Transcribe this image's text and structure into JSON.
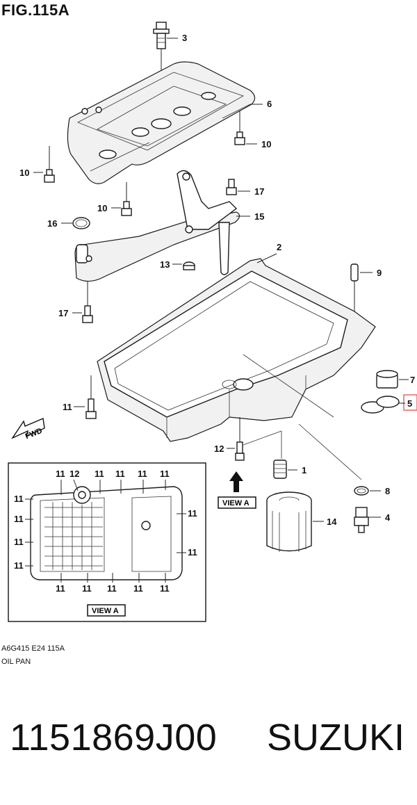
{
  "figure": {
    "title": "FIG.115A",
    "code": "A6G415 E24 115A",
    "name": "OIL PAN"
  },
  "part_number": "1151869J00",
  "brand": "SUZUKI",
  "callouts": {
    "c1": "1",
    "c2": "2",
    "c3": "3",
    "c4": "4",
    "c5": "5",
    "c6": "6",
    "c7": "7",
    "c8": "8",
    "c9": "9",
    "c10a": "10",
    "c10b": "10",
    "c10c": "10",
    "c11a": "11",
    "c12a": "12",
    "c13": "13",
    "c14": "14",
    "c15": "15",
    "c16": "16",
    "c17a": "17",
    "c17b": "17"
  },
  "view_a": {
    "label_main": "VIEW A",
    "label_inset": "VIEW A",
    "fwd": "FWD",
    "top_callouts": [
      "11",
      "12",
      "11",
      "11",
      "11",
      "11"
    ],
    "left_callouts": [
      "11",
      "11",
      "11",
      "11"
    ],
    "right_callouts": [
      "11",
      "11"
    ],
    "bottom_callouts": [
      "11",
      "11",
      "11",
      "11",
      "11"
    ]
  },
  "colors": {
    "highlight": "#e05050",
    "line": "#222222"
  }
}
